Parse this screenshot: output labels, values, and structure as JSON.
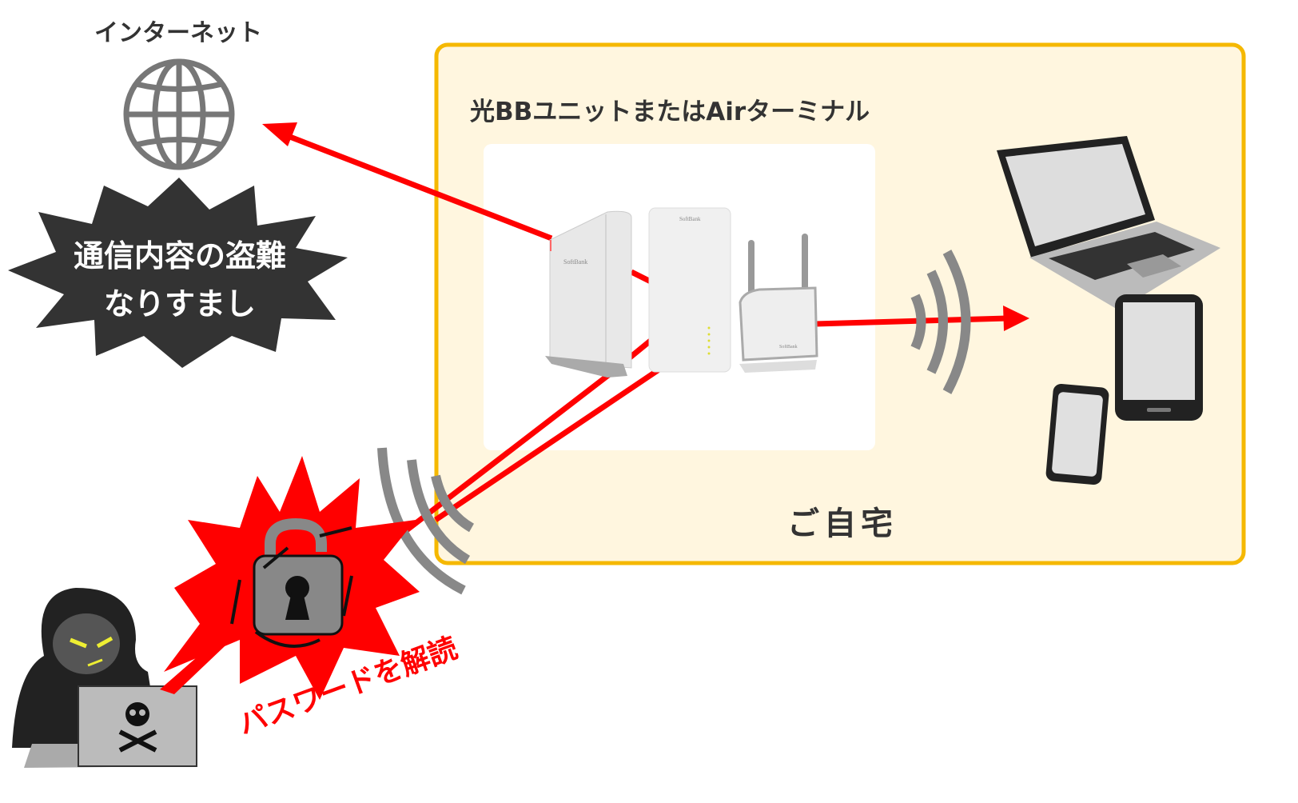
{
  "internet_label": "インターネット",
  "threat": {
    "line1": "通信内容の盗難",
    "line2": "なりすまし"
  },
  "home": {
    "device_title": "光BBユニットまたはAirターミナル",
    "label": "ご自宅"
  },
  "password_label": "パスワードを解読",
  "router_brand": "SoftBank",
  "icons": [
    "globe-icon",
    "starburst",
    "router-icon",
    "wifi-icon",
    "laptop-icon",
    "tablet-icon",
    "smartphone-icon",
    "padlock-icon",
    "chain-icon",
    "hacker-icon",
    "skull-icon"
  ],
  "colors": {
    "attack": "#ff0000",
    "home_border": "#f5b800",
    "home_fill": "#fff6df",
    "dark": "#333333",
    "gray": "#808080"
  }
}
